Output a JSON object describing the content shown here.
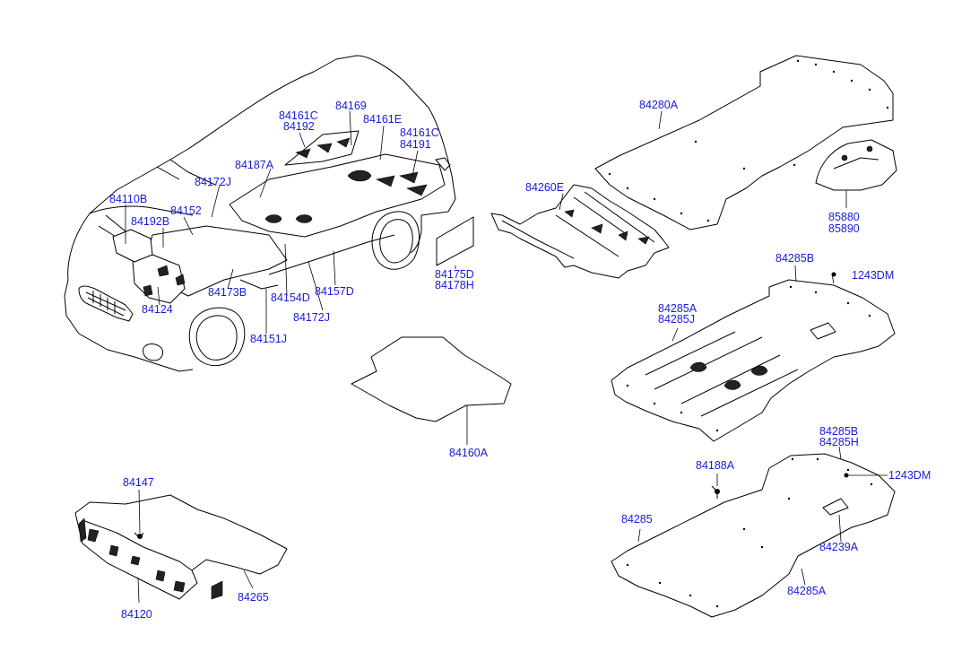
{
  "labels": {
    "p84110B": "84110B",
    "p84192B": "84192B",
    "p84152": "84152",
    "p84124": "84124",
    "p84173B": "84173B",
    "p84154D": "84154D",
    "p84157D": "84157D",
    "p84172J_top": "84172J",
    "p84172J_bot": "84172J",
    "p84151J": "84151J",
    "p84187A": "84187A",
    "p84161C_a": "84161C",
    "p84192": "84192",
    "p84169": "84169",
    "p84161E": "84161E",
    "p84161C_b": "84161C",
    "p84191": "84191",
    "p84175D": "84175D",
    "p84178H": "84178H",
    "p84160A": "84160A",
    "p84280A": "84280A",
    "p84260E": "84260E",
    "p85880": "85880",
    "p85890": "85890",
    "p84285B_a": "84285B",
    "p1243DM_a": "1243DM",
    "p84285A_a": "84285A",
    "p84285J": "84285J",
    "p84147": "84147",
    "p84120": "84120",
    "p84265": "84265",
    "p84188A": "84188A",
    "p84285B_b": "84285B",
    "p84285H": "84285H",
    "p1243DM_b": "1243DM",
    "p84285": "84285",
    "p84239A": "84239A",
    "p84285A_b": "84285A"
  }
}
